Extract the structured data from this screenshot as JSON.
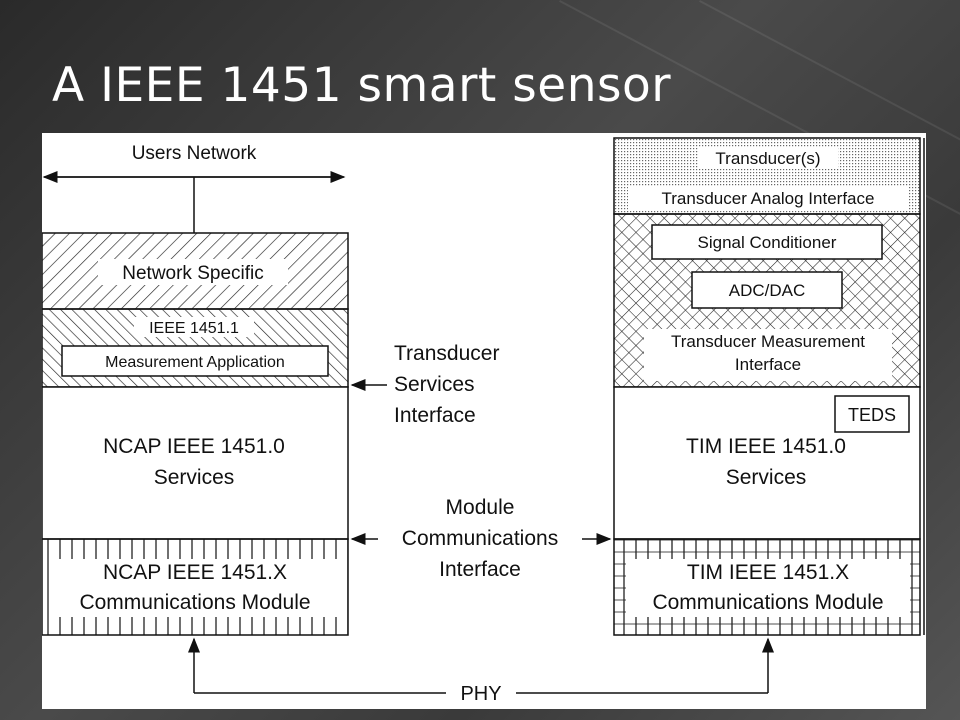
{
  "slide": {
    "title": "A IEEE 1451 smart sensor"
  },
  "diagram": {
    "users_network": "Users Network",
    "ncap": {
      "network_specific": "Network Specific",
      "ieee_1451_1": "IEEE 1451.1",
      "measurement_application": "Measurement Application",
      "services_line1": "NCAP IEEE 1451.0",
      "services_line2": "Services",
      "comm_line1": "NCAP IEEE 1451.X",
      "comm_line2": "Communications Module"
    },
    "tim": {
      "transducers": "Transducer(s)",
      "analog_interface": "Transducer Analog Interface",
      "signal_conditioner": "Signal Conditioner",
      "adc_dac": "ADC/DAC",
      "measurement_interface_line1": "Transducer Measurement",
      "measurement_interface_line2": "Interface",
      "teds": "TEDS",
      "services_line1": "TIM IEEE 1451.0",
      "services_line2": "Services",
      "comm_line1": "TIM IEEE 1451.X",
      "comm_line2": "Communications Module"
    },
    "transducer_services_interface": [
      "Transducer",
      "Services",
      "Interface"
    ],
    "module_communications_interface": [
      "Module",
      "Communications",
      "Interface"
    ],
    "phy": "PHY"
  }
}
